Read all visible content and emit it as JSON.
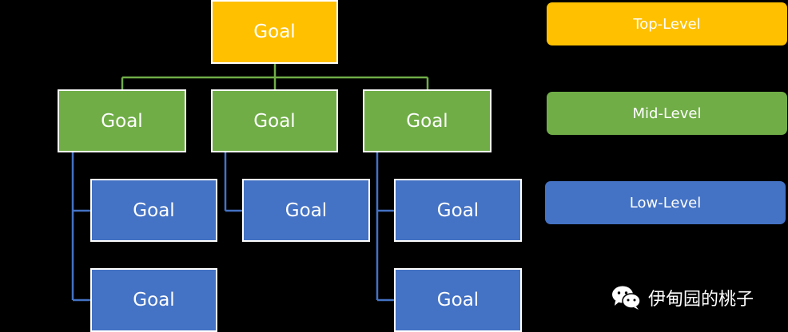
{
  "diagram": {
    "top_node": {
      "label": "Goal",
      "color": "#ffc000"
    },
    "mid_nodes": [
      {
        "label": "Goal",
        "color": "#70ad47"
      },
      {
        "label": "Goal",
        "color": "#70ad47"
      },
      {
        "label": "Goal",
        "color": "#70ad47"
      }
    ],
    "low_nodes": [
      {
        "label": "Goal",
        "color": "#4472c4"
      },
      {
        "label": "Goal",
        "color": "#4472c4"
      },
      {
        "label": "Goal",
        "color": "#4472c4"
      },
      {
        "label": "Goal",
        "color": "#4472c4"
      },
      {
        "label": "Goal",
        "color": "#4472c4"
      }
    ],
    "connector_colors": {
      "mid": "#70ad47",
      "low": "#4472c4"
    }
  },
  "legend": {
    "items": [
      {
        "label": "Top-Level",
        "color": "#ffc000"
      },
      {
        "label": "Mid-Level",
        "color": "#70ad47"
      },
      {
        "label": "Low-Level",
        "color": "#4472c4"
      }
    ]
  },
  "watermark": {
    "icon": "wechat-icon",
    "text": "伊甸园的桃子"
  }
}
